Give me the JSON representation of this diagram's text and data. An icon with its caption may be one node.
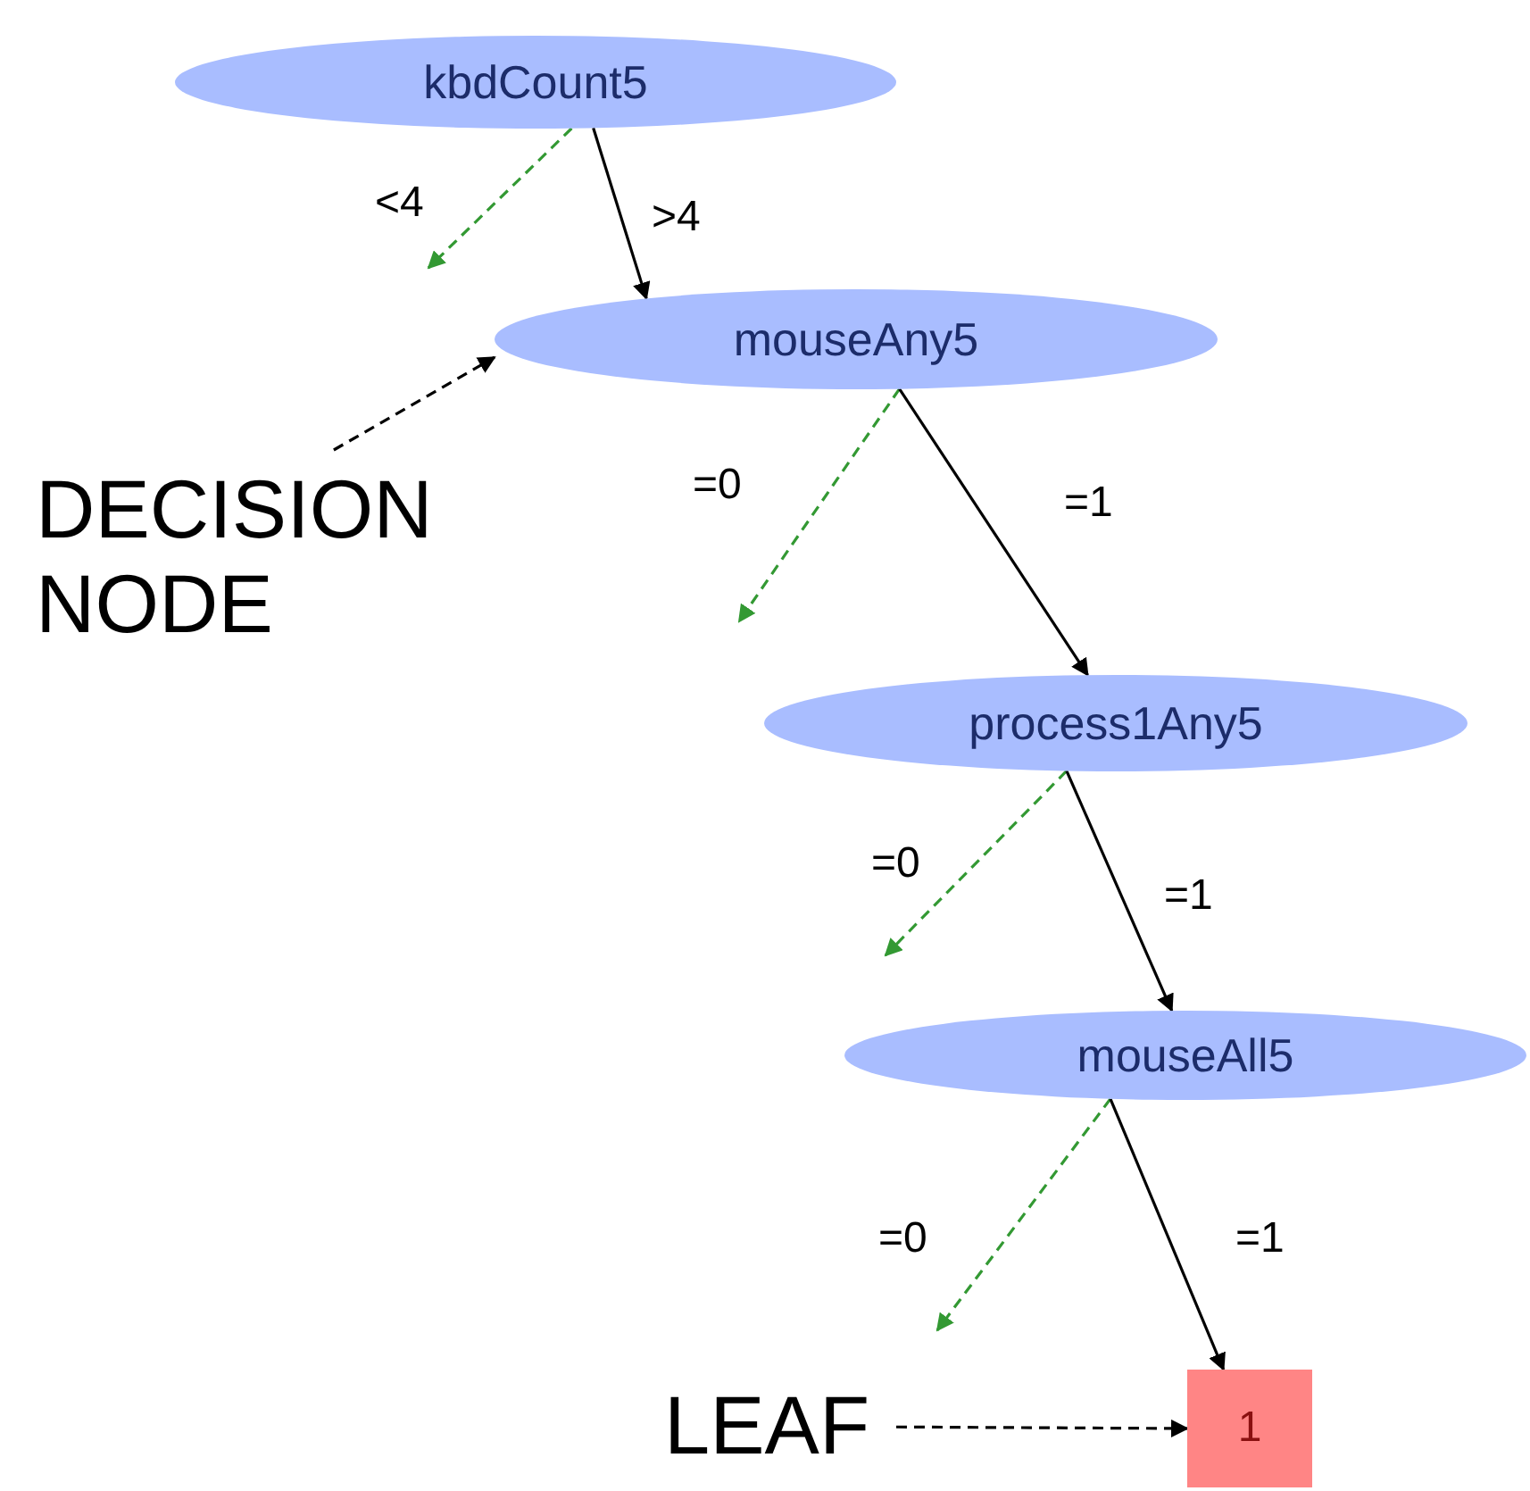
{
  "diagram": {
    "nodes": [
      {
        "text": [
          "kbdCount5"
        ]
      },
      {
        "text": [
          "mouseAny5"
        ]
      },
      {
        "text": [
          "process1Any5"
        ]
      },
      {
        "text": [
          "mouseAll5"
        ]
      },
      {
        "text": [
          "1"
        ]
      },
      {
        "text": [
          "DECISION NODE"
        ]
      },
      {
        "text": [
          "LEAF"
        ]
      }
    ],
    "edges": [
      {
        "from": 0,
        "to": null,
        "arrow": "to",
        "label": "<4",
        "style": "dashed",
        "color": "#339933"
      },
      {
        "from": 0,
        "to": 1,
        "arrow": "to",
        "label": ">4"
      },
      {
        "from": 1,
        "to": null,
        "arrow": "to",
        "label": "=0",
        "style": "dashed",
        "color": "#339933"
      },
      {
        "from": 1,
        "to": 2,
        "arrow": "to",
        "label": "=1"
      },
      {
        "from": 2,
        "to": null,
        "arrow": "to",
        "label": "=0",
        "style": "dashed",
        "color": "#339933"
      },
      {
        "from": 2,
        "to": 3,
        "arrow": "to",
        "label": "=1"
      },
      {
        "from": 3,
        "to": null,
        "arrow": "to",
        "label": "=0",
        "style": "dashed",
        "color": "#339933"
      },
      {
        "from": 3,
        "to": 4,
        "arrow": "to",
        "label": "=1"
      },
      {
        "from": 5,
        "to": 1,
        "arrow": "to",
        "style": "dashed"
      },
      {
        "from": 6,
        "to": 4,
        "arrow": "to",
        "style": "dashed"
      }
    ]
  }
}
